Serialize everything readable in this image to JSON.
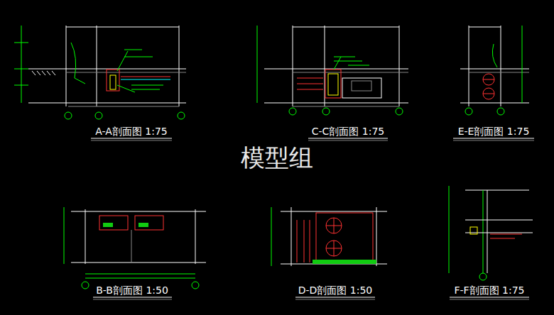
{
  "diagram": {
    "labels": [
      "A-A剖面图 1:75",
      "C-C剖面图 1:75",
      "E-E剖面图 1:75",
      "B-B剖面图 1:50",
      "D-D剖面图 1:50",
      "F-F剖面图 1:75",
      "模型组"
    ]
  }
}
